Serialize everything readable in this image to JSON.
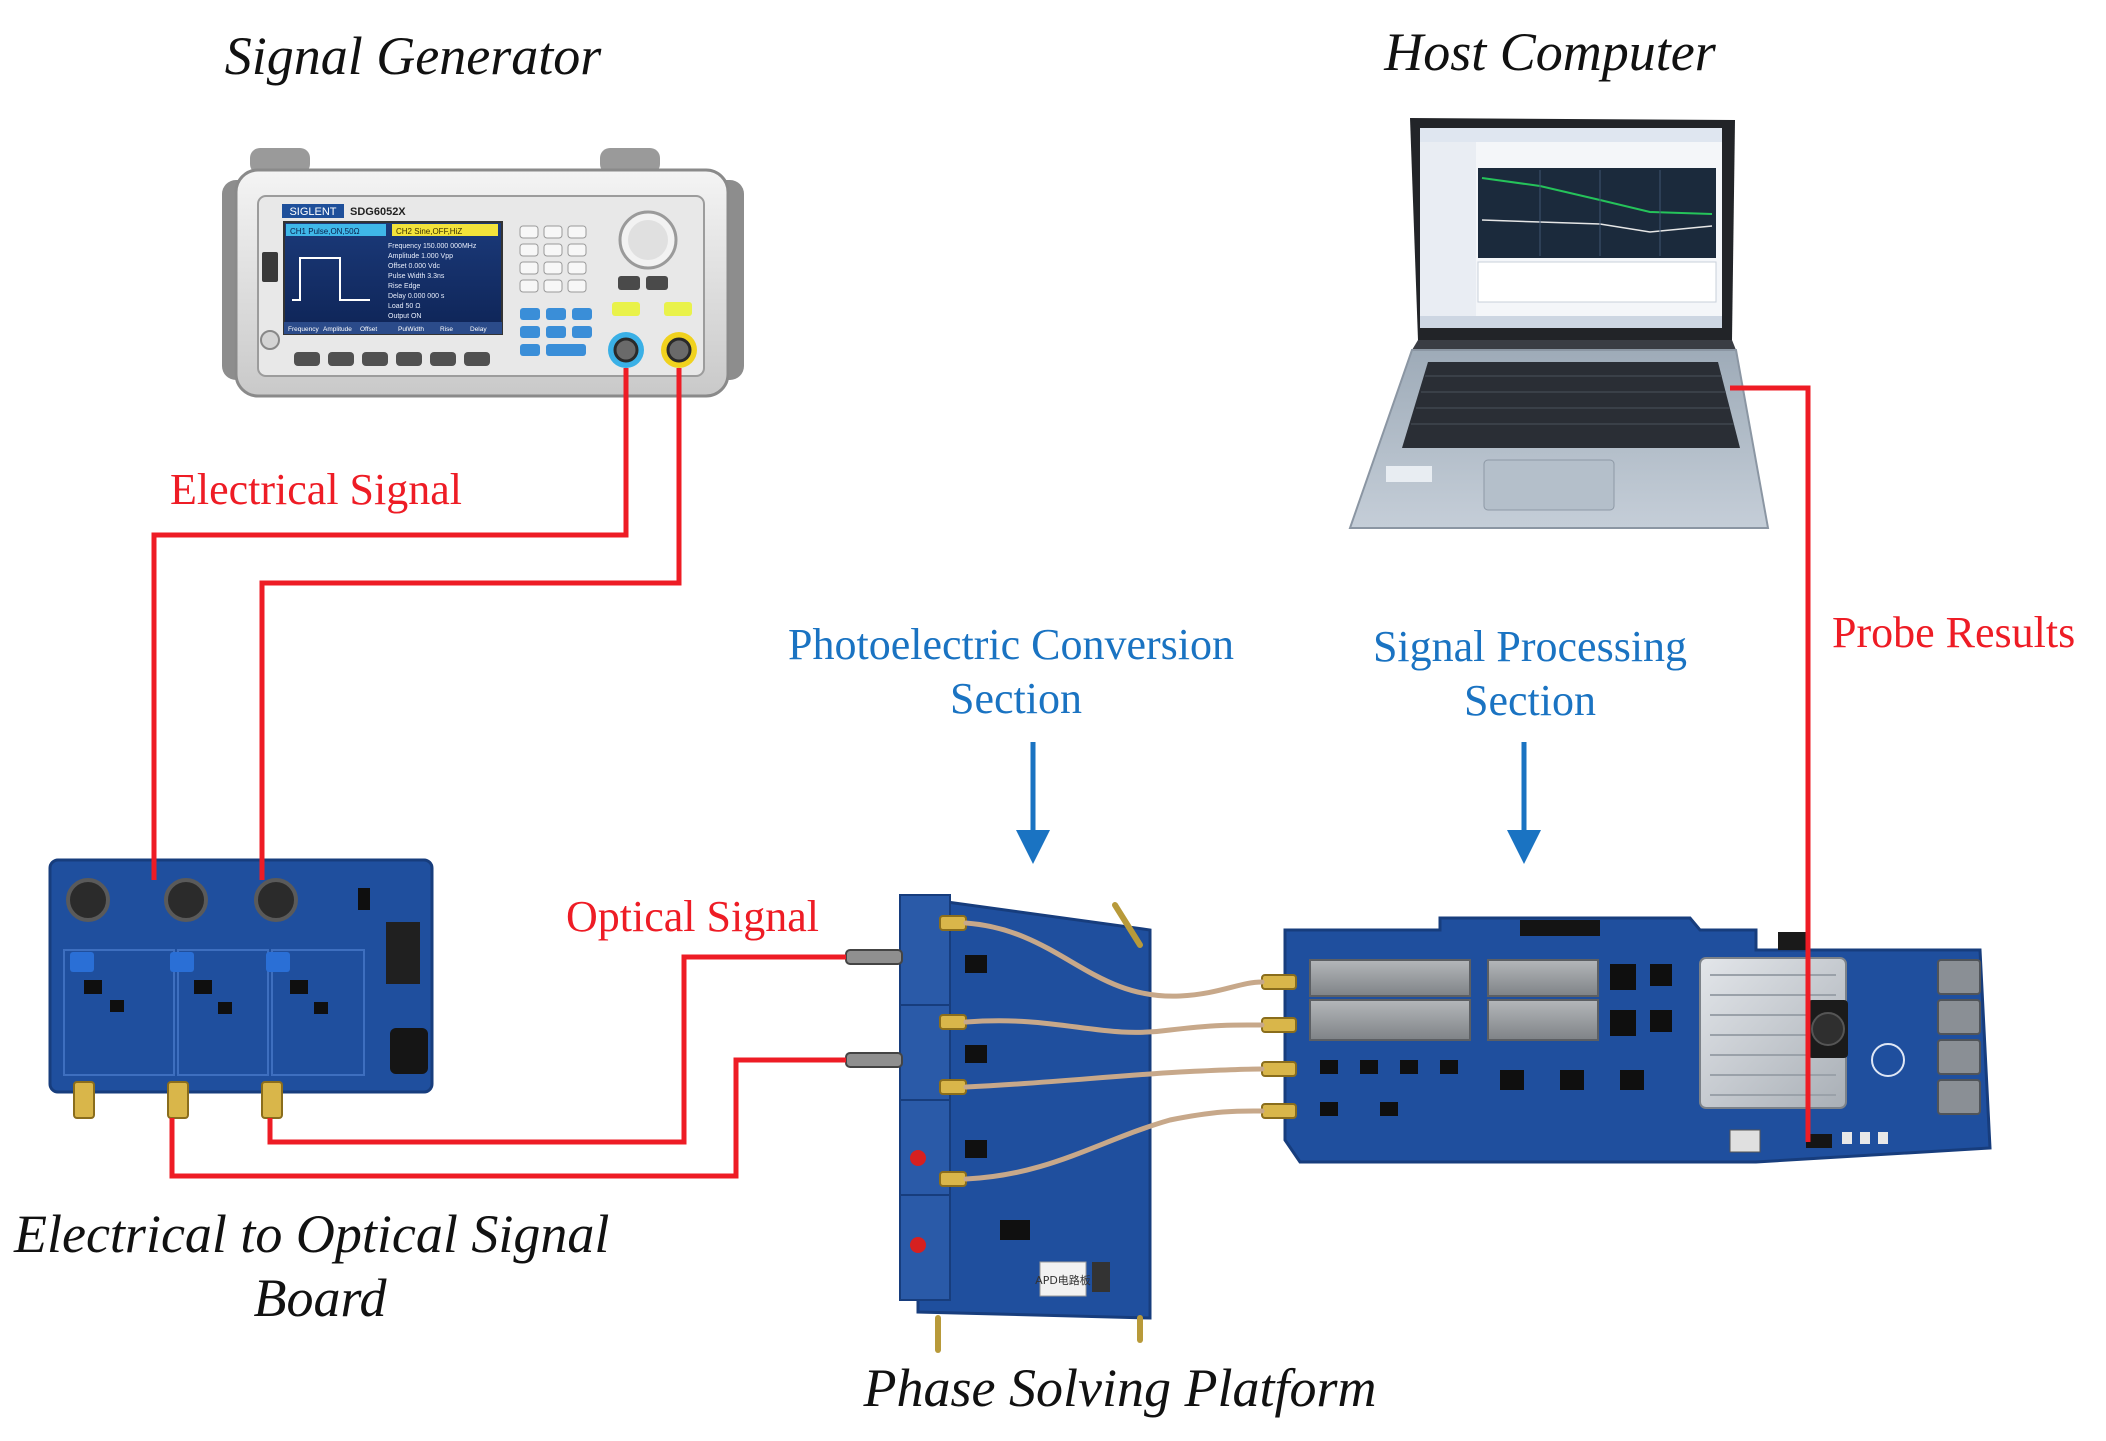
{
  "title_labels": {
    "signal_generator": "Signal Generator",
    "host_computer": "Host Computer",
    "eo_board_line1": "Electrical to Optical Signal",
    "eo_board_line2": "Board",
    "phase_platform": "Phase Solving Platform"
  },
  "signal_labels": {
    "electrical": "Electrical Signal",
    "optical": "Optical Signal",
    "probe": "Probe Results"
  },
  "section_labels": {
    "photoelectric_line1": "Photoelectric Conversion",
    "photoelectric_line2": "Section",
    "processing_line1": "Signal Processing",
    "processing_line2": "Section"
  },
  "device_text": {
    "brand": "SIGLENT",
    "model": "SDG6052X",
    "ch1": "CH1 Pulse,ON,50Ω",
    "ch2": "CH2 Sine,OFF,HiZ",
    "params": [
      "Frequency   150.000 000MHz",
      "Amplitude   1.000 Vpp",
      "Offset      0.000 Vdc",
      "Pulse Width 3.3ns",
      "Rise Edge",
      "Delay       0.000 000 s",
      "Load        50 Ω",
      "Output      ON"
    ],
    "softkeys": [
      "Frequency",
      "Amplitude",
      "Offset",
      "PulWidth",
      "Rise",
      "Delay"
    ],
    "apd_sticker": "APD电路板"
  },
  "colors": {
    "signal_wire": "#ee1c25",
    "section_arrow": "#1a73c2",
    "pcb": "#1f4f9e",
    "pcb_dark": "#173d7d"
  }
}
